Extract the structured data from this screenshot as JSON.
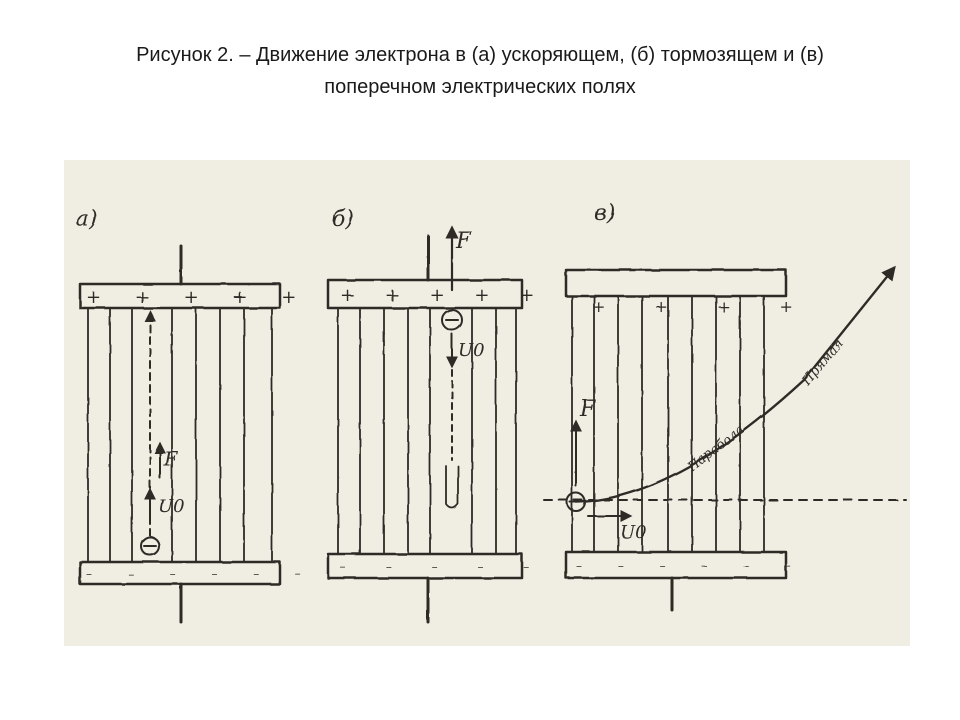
{
  "slide": {
    "title_line1": "Рисунок 2.   – Движение электрона в (а) ускоряющем, (б) тормозящем и (в)",
    "title_line2": "поперечном электрических полях"
  },
  "figure": {
    "panels": [
      {
        "label": "а)",
        "plate_top": "+ + + + +",
        "plate_bottom": "– – – – – –",
        "force_label": "F",
        "velocity_label": "U0"
      },
      {
        "label": "б)",
        "plate_top": "+ + + + +",
        "plate_bottom": "– – – – –",
        "force_label": "F",
        "velocity_label": "U0"
      },
      {
        "label": "в)",
        "plate_top": "+ + + +",
        "plate_bottom": "– – – – – –",
        "force_label": "F",
        "velocity_label": "U0",
        "trajectory_label_1": "Парабола",
        "trajectory_label_2": "Прямая"
      }
    ],
    "colors": {
      "ink": "#2e2a26",
      "paper": "#f0ede3"
    }
  }
}
